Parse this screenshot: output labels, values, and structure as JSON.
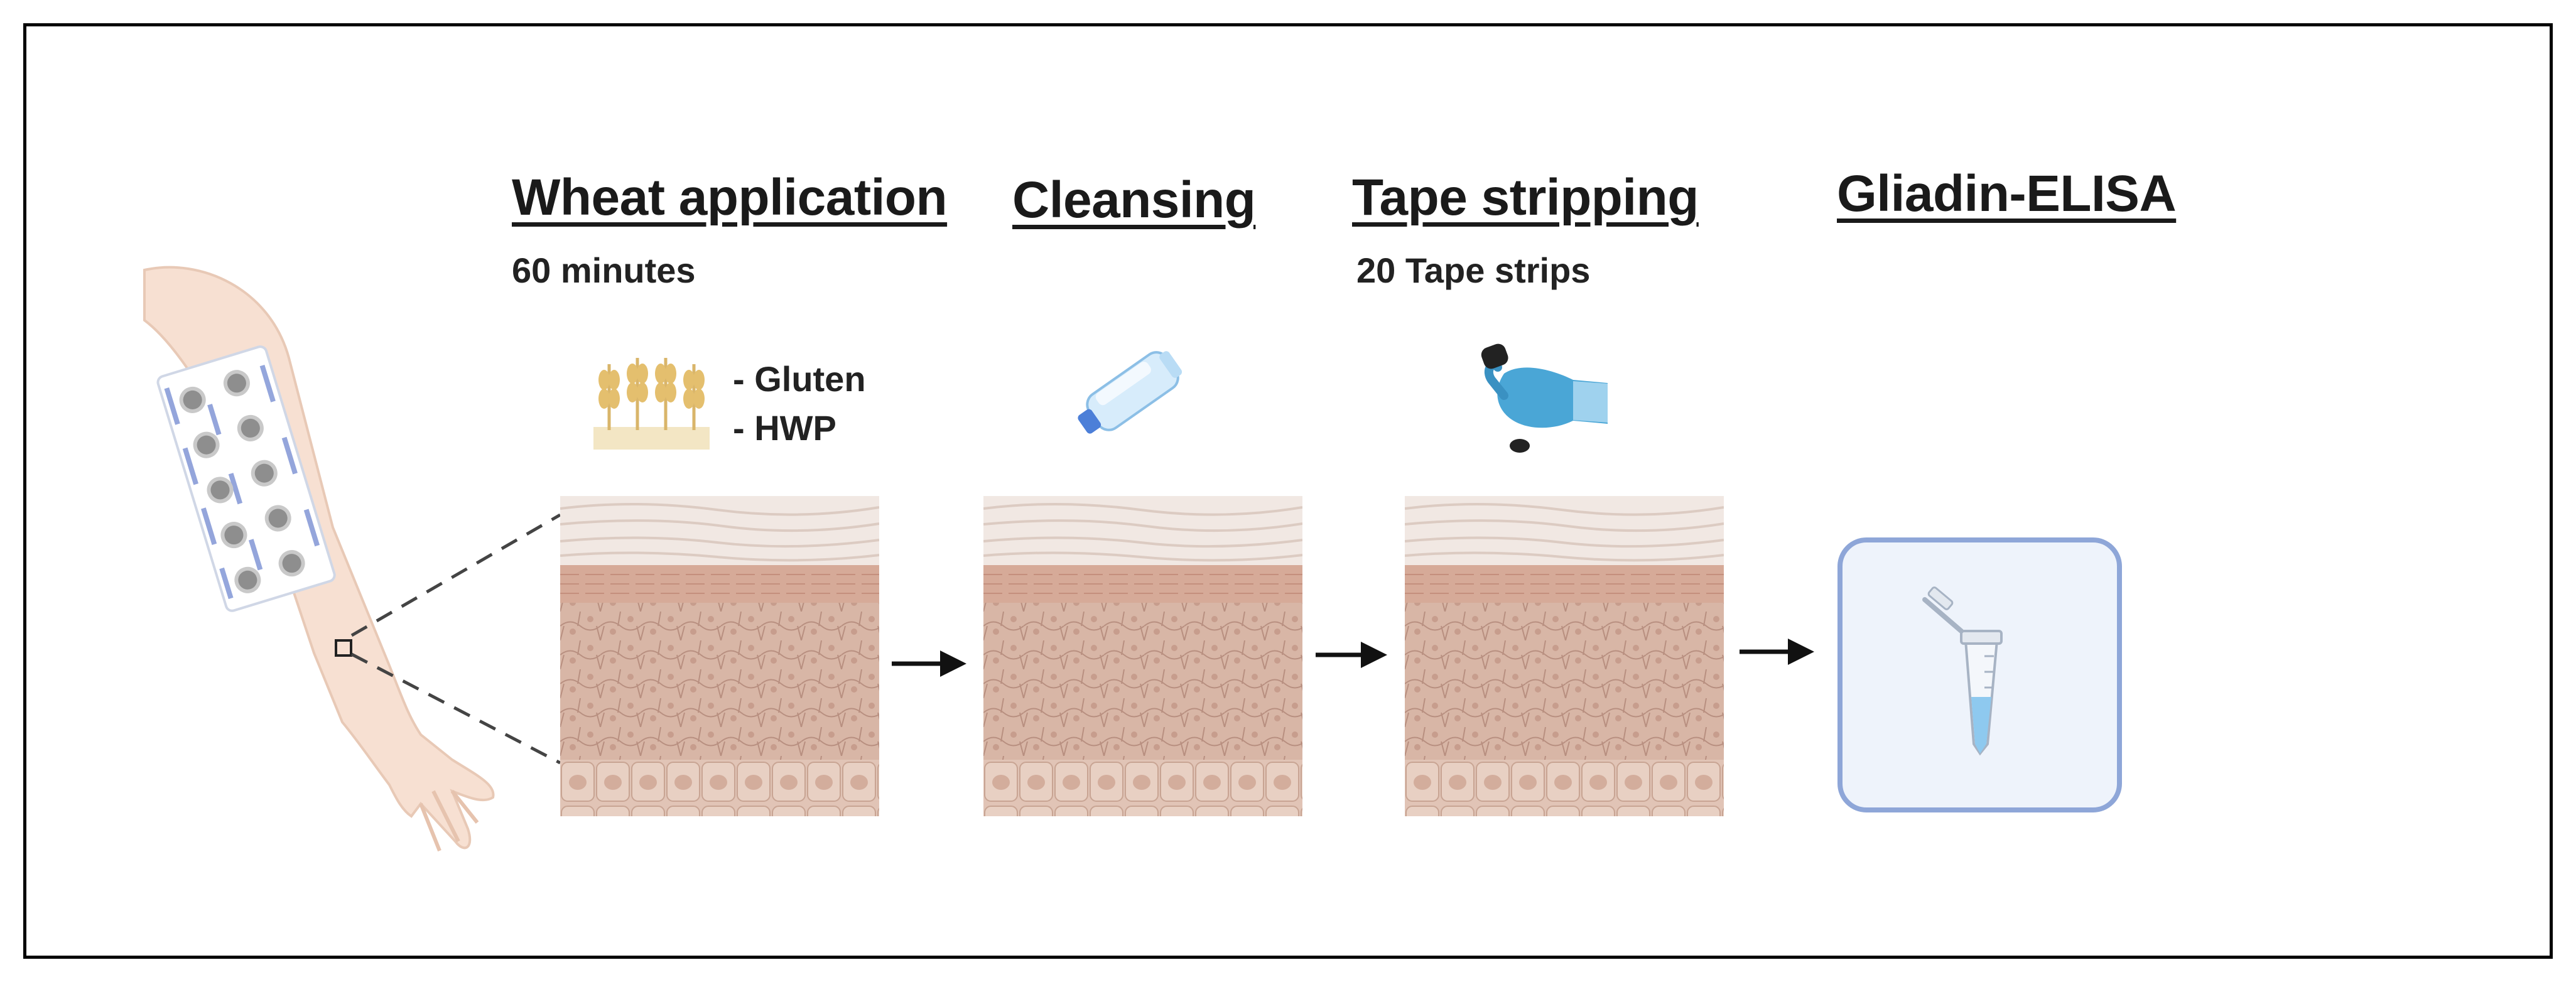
{
  "steps": [
    {
      "title": "Wheat application",
      "subtitle": "60 minutes",
      "items": [
        "- Gluten",
        "- HWP"
      ]
    },
    {
      "title": "Cleansing"
    },
    {
      "title": "Tape stripping",
      "subtitle": "20 Tape strips"
    },
    {
      "title": "Gliadin-ELISA"
    }
  ],
  "icons": {
    "arm": "arm-with-patch-icon",
    "wheat": "wheat-icon",
    "bottle": "water-bottle-icon",
    "tape": "gloved-hand-tape-icon",
    "tube": "microcentrifuge-tube-icon",
    "skin": "skin-cross-section-icon",
    "arrow": "arrow-right-icon"
  },
  "colors": {
    "skin_dermis": "#d6b2a2",
    "stratum_corneum": "#f1e8e3",
    "glove": "#4aa6d6",
    "elisa_border": "#8ea6d8",
    "elisa_fill": "#eef3fb"
  }
}
